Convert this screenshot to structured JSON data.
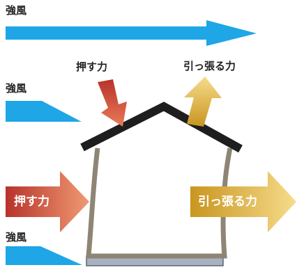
{
  "labels": {
    "strong_wind_top": "強風",
    "strong_wind_mid": "強風",
    "strong_wind_bottom": "強風",
    "push_force_roof": "押す力",
    "pull_force_roof": "引っ張る力",
    "push_force_wall": "押す力",
    "pull_force_wall": "引っ張る力"
  },
  "colors": {
    "wind_arrow": "#1ea6e6",
    "push_arrow_dark": "#b8332b",
    "push_arrow_light": "#e97a57",
    "pull_arrow_dark": "#c9951f",
    "pull_arrow_light": "#f6dc8c",
    "roof": "#1e1e1e",
    "wall": "#8e8574",
    "foundation": "#a7b2c0"
  },
  "icons": {
    "wind": "right-arrow",
    "push": "arrow",
    "pull": "arrow"
  }
}
